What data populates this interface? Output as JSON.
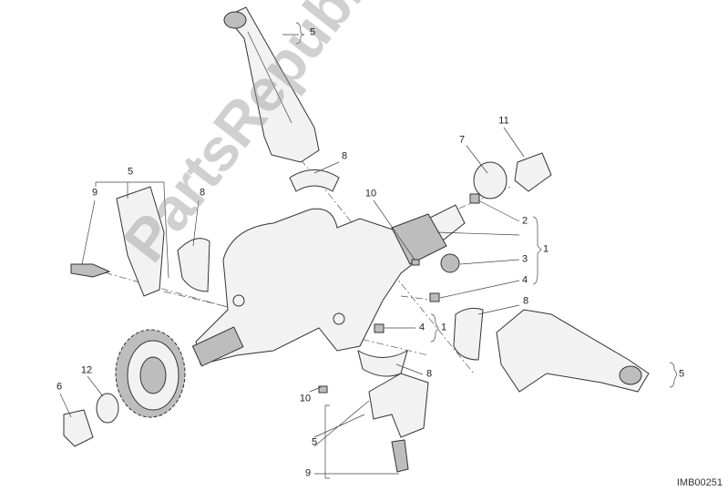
{
  "diagram": {
    "watermark": "PartsRepublik",
    "drawing_code": "IMB00251",
    "callouts": [
      "5",
      "8",
      "7",
      "11",
      "10",
      "2",
      "3",
      "4",
      "1",
      "5",
      "9",
      "8",
      "4",
      "1",
      "8",
      "5",
      "8",
      "12",
      "6",
      "10",
      "5",
      "9"
    ]
  }
}
